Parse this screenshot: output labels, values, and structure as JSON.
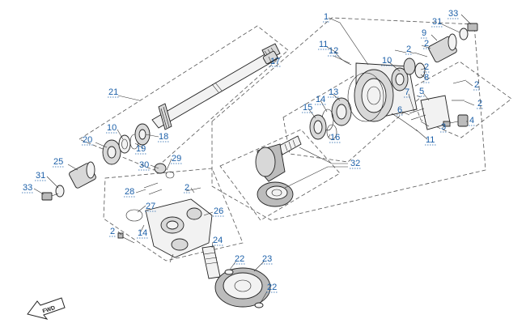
{
  "callouts": [
    {
      "id": "c1",
      "label": "1"
    },
    {
      "id": "c2a",
      "label": "2"
    },
    {
      "id": "c2b",
      "label": "2"
    },
    {
      "id": "c2c",
      "label": "2"
    },
    {
      "id": "c2d",
      "label": "2"
    },
    {
      "id": "c2e",
      "label": "2"
    },
    {
      "id": "c2f",
      "label": "2"
    },
    {
      "id": "c2g",
      "label": "2"
    },
    {
      "id": "c3",
      "label": "3"
    },
    {
      "id": "c4",
      "label": "4"
    },
    {
      "id": "c5",
      "label": "5"
    },
    {
      "id": "c6",
      "label": "6"
    },
    {
      "id": "c7",
      "label": "7"
    },
    {
      "id": "c8",
      "label": "8"
    },
    {
      "id": "c9",
      "label": "9"
    },
    {
      "id": "c10a",
      "label": "10"
    },
    {
      "id": "c10b",
      "label": "10"
    },
    {
      "id": "c11a",
      "label": "11"
    },
    {
      "id": "c11b",
      "label": "11"
    },
    {
      "id": "c12",
      "label": "12"
    },
    {
      "id": "c13",
      "label": "13"
    },
    {
      "id": "c14a",
      "label": "14"
    },
    {
      "id": "c14b",
      "label": "14"
    },
    {
      "id": "c15",
      "label": "15"
    },
    {
      "id": "c16",
      "label": "16"
    },
    {
      "id": "c17",
      "label": "17"
    },
    {
      "id": "c18",
      "label": "18"
    },
    {
      "id": "c19",
      "label": "19"
    },
    {
      "id": "c20",
      "label": "20"
    },
    {
      "id": "c21",
      "label": "21"
    },
    {
      "id": "c22a",
      "label": "22"
    },
    {
      "id": "c22b",
      "label": "22"
    },
    {
      "id": "c23",
      "label": "23"
    },
    {
      "id": "c24",
      "label": "24"
    },
    {
      "id": "c25",
      "label": "25"
    },
    {
      "id": "c26",
      "label": "26"
    },
    {
      "id": "c27",
      "label": "27"
    },
    {
      "id": "c28",
      "label": "28"
    },
    {
      "id": "c29",
      "label": "29"
    },
    {
      "id": "c30",
      "label": "30"
    },
    {
      "id": "c31a",
      "label": "31"
    },
    {
      "id": "c31b",
      "label": "31"
    },
    {
      "id": "c32",
      "label": "32"
    },
    {
      "id": "c33a",
      "label": "33"
    },
    {
      "id": "c33b",
      "label": "33"
    }
  ],
  "fwd_label": "FWD"
}
